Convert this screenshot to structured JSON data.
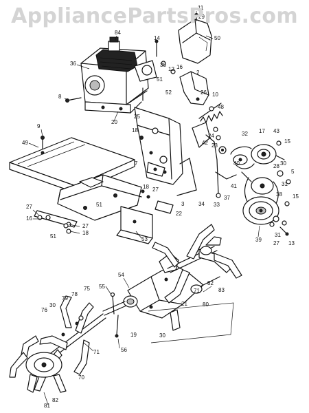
{
  "watermark": "AppliancePartsPros.com",
  "colors": {
    "line": "#111111",
    "watermark": "#d4d4d4",
    "background": "#ffffff"
  },
  "callouts": {
    "c1": "11",
    "c2": "29",
    "c3": "50",
    "c4": "84",
    "c5": "14",
    "c6": "36",
    "c7": "35",
    "c8": "12",
    "c9": "16",
    "c10": "2",
    "c11": "51",
    "c12": "52",
    "c13": "8",
    "c14": "20",
    "c15": "25",
    "c16": "26",
    "c17": "10",
    "c18": "48",
    "c19": "9",
    "c20": "49",
    "c21": "18",
    "c22": "42",
    "c23": "24",
    "c24": "23",
    "c25": "32",
    "c26": "17",
    "c27": "43",
    "c28": "15",
    "c29": "28",
    "c30": "30",
    "c31": "5",
    "c32": "31",
    "c33": "18",
    "c34": "27",
    "c35": "3",
    "c36": "22",
    "c37": "34",
    "c38": "33",
    "c39": "41",
    "c40": "38",
    "c41": "37",
    "c42": "40",
    "c43": "15",
    "c44": "27",
    "c45": "16",
    "c46": "51",
    "c47": "27",
    "c48": "18",
    "c49": "51",
    "c50": "53",
    "c51": "39",
    "c52": "31",
    "c53": "27",
    "c54": "13",
    "c55": "54",
    "c56": "55",
    "c57": "82",
    "c58": "83",
    "c59": "71",
    "c60": "80",
    "c61": "21",
    "c62": "19",
    "c63": "30",
    "c64": "56",
    "c65": "75",
    "c66": "78",
    "c67": "79",
    "c68": "30",
    "c69": "76",
    "c70": "71",
    "c71": "70",
    "c72": "81",
    "c73": "82",
    "c74": "7"
  }
}
